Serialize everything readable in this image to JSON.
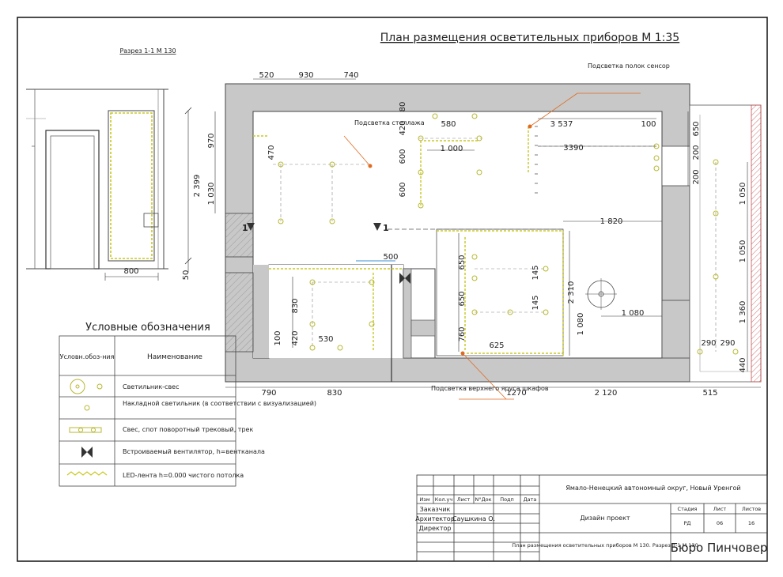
{
  "drawing": {
    "title": "План размещения осветительных приборов М 1:35",
    "section_title": "Разрез 1-1 М 130",
    "section_marker": "1"
  },
  "callouts": {
    "shelf_lighting_sensor": "Подсветка полок сенсор",
    "rack_lighting": "Подсветка стеллажа",
    "upper_cabinets_lighting": "Подсветка верхнего яруса шкафов"
  },
  "dimensions": {
    "top": [
      "520",
      "930",
      "740"
    ],
    "left": [
      "970",
      "1 030"
    ],
    "section_right": "2 399",
    "section_bottom": "800",
    "section_small": "50",
    "interior": [
      "80",
      "420",
      "580",
      "3 537",
      "100",
      "470",
      "1 000",
      "3390",
      "600",
      "600",
      "1 820",
      "500",
      "650",
      "650",
      "760",
      "145",
      "145",
      "2 310",
      "1 080",
      "1 080",
      "625",
      "830",
      "420",
      "100",
      "530",
      "650",
      "200",
      "200",
      "1 050",
      "1 050",
      "1 360",
      "290",
      "290",
      "440"
    ],
    "bottom": [
      "790",
      "830",
      "1270",
      "2 120",
      "515"
    ]
  },
  "legend": {
    "title": "Условные обозначения",
    "col_symbol": "Условн.обоз-ния",
    "col_name": "Наименование",
    "rows": [
      {
        "icon": "pendant-lamp-icon",
        "name": "Светильник-свес"
      },
      {
        "icon": "surface-lamp-icon",
        "name": "Накладной светильник (в соответствии с визуализацией)"
      },
      {
        "icon": "track-spot-icon",
        "name": "Свес, спот поворотный трековый, трек"
      },
      {
        "icon": "fan-icon",
        "name": "Встроиваемый вентилятор, h=вентканала"
      },
      {
        "icon": "led-strip-icon",
        "name": "LED-лента h=0.000 чистого потолка"
      }
    ]
  },
  "title_block": {
    "header_cols": [
      "Изм",
      "Кол.уч",
      "Лист",
      "N°Док",
      "Подп",
      "Дата"
    ],
    "roles": [
      "Заказчик",
      "Архитектор",
      "Директор"
    ],
    "architect_name": "Саушкина О.",
    "location": "Ямало-Ненецкий автономный округ, Новый Уренгой",
    "project": "Дизайн проект",
    "sheet_title": "План размещения осветительных приборов М 130. Разрез 1-1 М 130",
    "stage_label": "Стадия",
    "sheet_label": "Лист",
    "sheets_label": "Листов",
    "stage": "РД",
    "sheet": "06",
    "sheets": "16",
    "firm": "Бюро Пинчовер"
  },
  "colors": {
    "wall_fill": "#c8c8c8",
    "led": "#c8c820",
    "fixture": "#b8b830",
    "callout": "#e06a20",
    "ink": "#222222"
  }
}
